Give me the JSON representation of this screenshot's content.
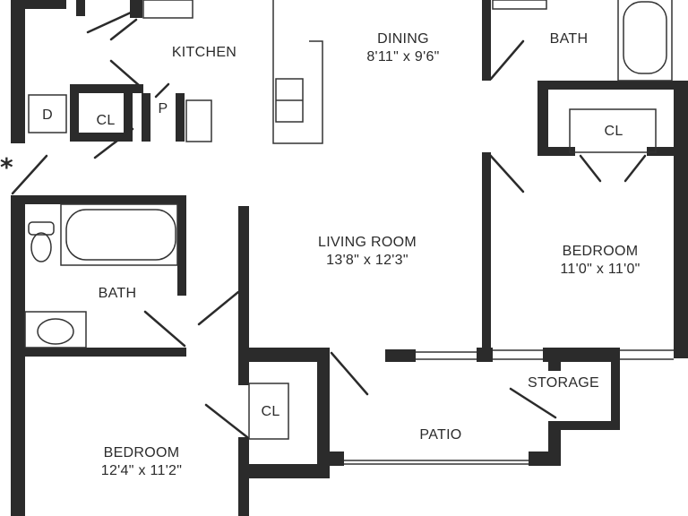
{
  "rooms": {
    "kitchen": {
      "name": "KITCHEN"
    },
    "dining": {
      "name": "DINING",
      "dimensions": "8'11\" x 9'6\""
    },
    "bath_top": {
      "name": "BATH"
    },
    "closet_top_right": {
      "name": "CL"
    },
    "closet_kitchen": {
      "name": "CL"
    },
    "dryer": {
      "name": "D"
    },
    "pantry": {
      "name": "P"
    },
    "living_room": {
      "name": "LIVING ROOM",
      "dimensions": "13'8\" x 12'3\""
    },
    "bedroom_right": {
      "name": "BEDROOM",
      "dimensions": "11'0\" x 11'0\""
    },
    "bath_left": {
      "name": "BATH"
    },
    "storage": {
      "name": "STORAGE"
    },
    "closet_bottom": {
      "name": "CL"
    },
    "patio": {
      "name": "PATIO"
    },
    "bedroom_left": {
      "name": "BEDROOM",
      "dimensions": "12'4\" x 11'2\""
    }
  },
  "marker": "*",
  "colors": {
    "wall": "#2b2b2b",
    "line": "#333333",
    "background": "#ffffff"
  }
}
